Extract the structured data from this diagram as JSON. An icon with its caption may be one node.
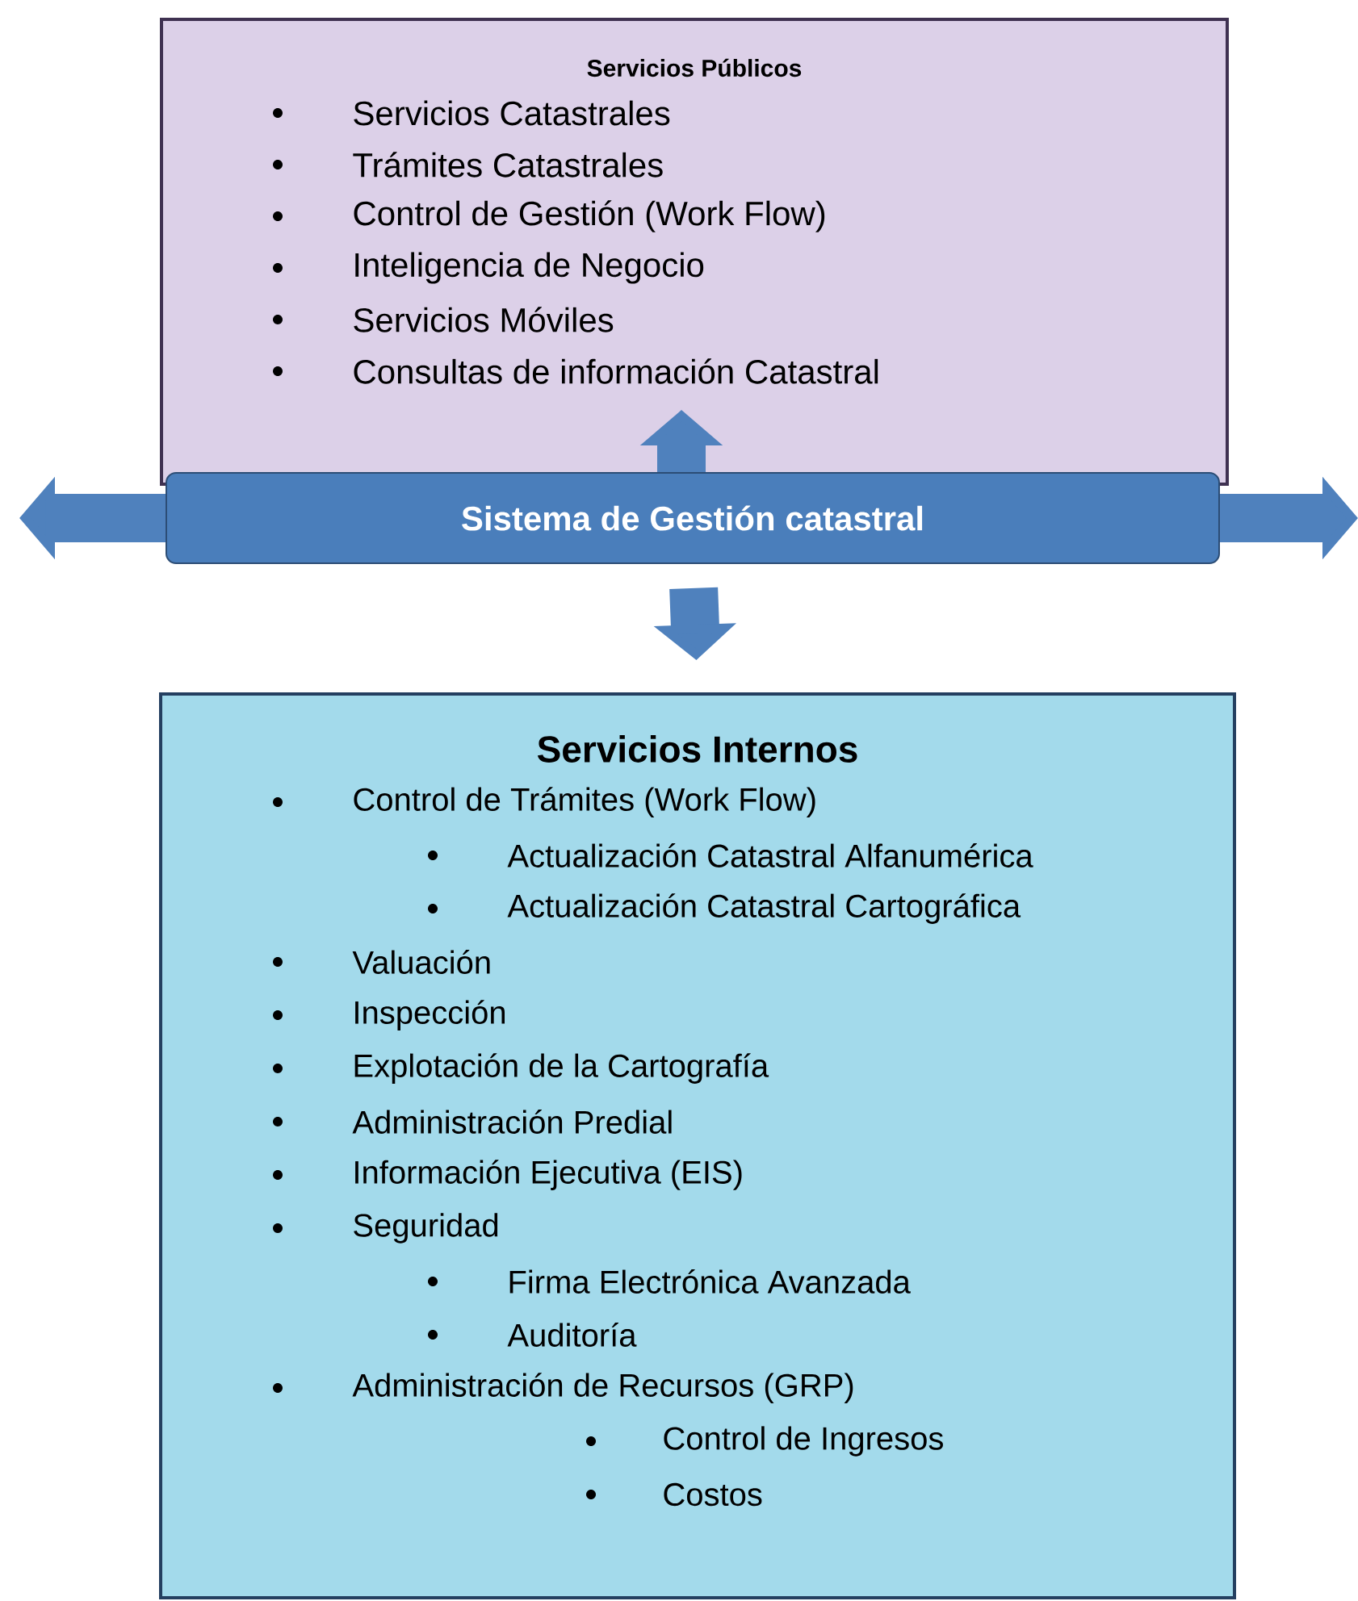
{
  "diagram": {
    "nodes": [
      {
        "text": [
          "Servicios Públicos",
          "Servicios Catastrales",
          "Trámites Catastrales",
          "Control de Gestión (Work Flow)",
          "Inteligencia de Negocio",
          "Servicios Móviles",
          "Consultas de información Catastral"
        ]
      },
      {
        "text": [
          "Sistema de Gestión catastral"
        ]
      },
      {
        "text": [
          "Servicios Internos",
          "Control de Trámites (Work Flow)",
          "Actualización Catastral Alfanumérica",
          "Actualización Catastral Cartográfica",
          "Valuación",
          "Inspección",
          "Explotación de la Cartografía",
          "Administración Predial",
          "Información Ejecutiva (EIS)",
          "Seguridad",
          "Firma Electrónica Avanzada",
          "Auditoría",
          "Administración de Recursos (GRP)",
          "Control de Ingresos",
          "Costos"
        ]
      }
    ],
    "edges": [
      {
        "from": 1,
        "to": 0,
        "arrow": "to"
      },
      {
        "from": 1,
        "to": null,
        "arrow": "to"
      },
      {
        "from": 1,
        "to": null,
        "arrow": "to"
      },
      {
        "from": 1,
        "to": 2,
        "arrow": "to"
      }
    ]
  }
}
